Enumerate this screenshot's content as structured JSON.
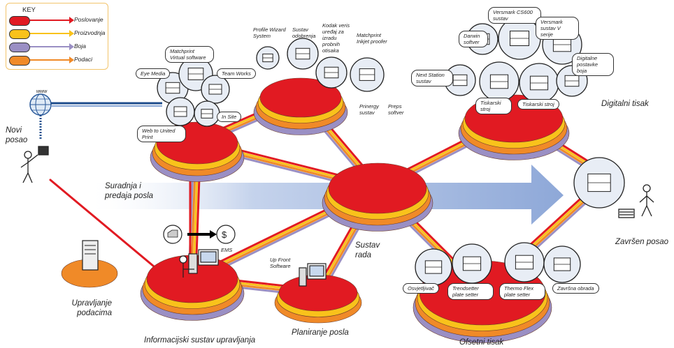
{
  "colors": {
    "business": "#e11a22",
    "production": "#f9c21b",
    "color": "#9a8fc4",
    "data": "#f08a28",
    "flow_arrow": "#a9bde0",
    "key_border": "#f2c46c"
  },
  "key": {
    "title": "KEY",
    "items": [
      {
        "label": "Poslovanje",
        "color": "#e11a22",
        "pill": "#e11a22"
      },
      {
        "label": "Proizvodnja",
        "color": "#f9c21b",
        "pill": "#f9c21b"
      },
      {
        "label": "Boja",
        "color": "#9a8fc4",
        "pill": "#9a8fc4"
      },
      {
        "label": "Podaci",
        "color": "#f08a28",
        "pill": "#f08a28"
      }
    ]
  },
  "labels": {
    "novi_posao": "Novi posao",
    "suradnja": "Suradnja i predaja posla",
    "sustav_rada": "Sustav rada",
    "digitalni_tisak": "Digitalni tisak",
    "zavrsen_posao": "Završen posao",
    "upravljanje": "Upravljanje podacima",
    "informacijski": "Informacijski sustav upravljanja",
    "planiranje": "Planiranje posla",
    "ofsetni": "Ofsetni tisak",
    "www": "www"
  },
  "small_labels": {
    "profile_wizard": "Profile Wizard System",
    "sustav_odobrenja": "Sustav odobrenja",
    "kodak": "Kodak veris uređaj za izradu probnih otisaka",
    "matchprint_inkjet": "Matchprint Inkjet proofer",
    "prinergy": "Prinergy sustav",
    "preps": "Preps softver",
    "ems": "EMS",
    "up_front": "Up Front Software"
  },
  "tags": {
    "matchprint_virtual": "Matchprint Virtual software",
    "eye_media": "Eye Media",
    "team_works": "Team Works",
    "in_site": "In Site",
    "web_to_united": "Web to United Print",
    "versamark_cs600": "Versmark CS600 sustav",
    "versamark_v": "Versmark sustav V serije",
    "darwin": "Darwin softver",
    "next_station": "Next Station sustav",
    "digitalne_postavke": "Digitalne postavke boja",
    "tiskarski1": "Tiskarski stroj",
    "tiskarski2": "Tiskarski stroj",
    "osvjetljivac": "Osvjetljivač",
    "trendsetter": "Trendsetter plate setter",
    "thermo_flex": "Thermo Flex plate setter",
    "zavrsna": "Završna obrada"
  }
}
